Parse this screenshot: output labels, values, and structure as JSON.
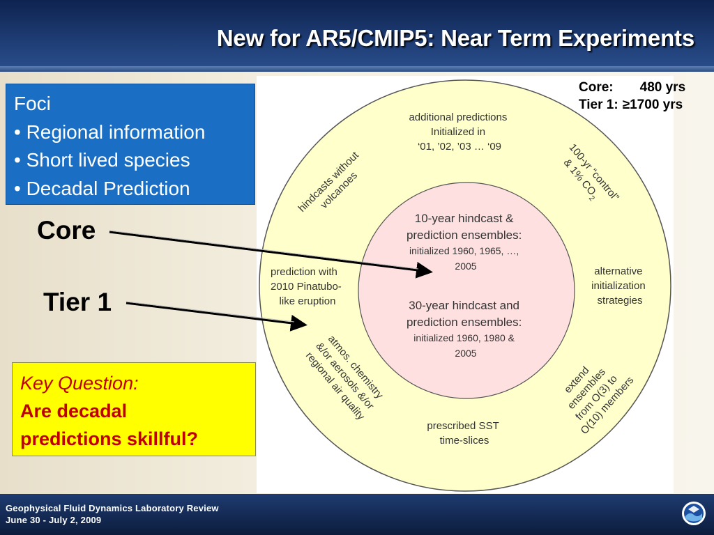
{
  "header": {
    "title": "New for AR5/CMIP5: Near Term Experiments"
  },
  "foci": {
    "heading": "Foci",
    "items": [
      "• Regional information",
      "• Short lived species",
      "• Decadal Prediction"
    ]
  },
  "labels": {
    "core": "Core",
    "tier1": "Tier 1"
  },
  "key_question": {
    "label": "Key Question:",
    "text_line1": "Are decadal",
    "text_line2": "predictions skillful?"
  },
  "years": {
    "core_label": "Core:",
    "core_value": "480 yrs",
    "tier1_label": "Tier 1:",
    "tier1_value": "≥1700 yrs"
  },
  "diagram": {
    "inner_core": [
      "10-year hindcast &",
      "prediction ensembles:",
      "initialized 1960, 1965, …,",
      "2005"
    ],
    "inner_tier1": [
      "30-year hindcast and",
      "prediction ensembles:",
      "initialized 1960, 1980 &",
      "2005"
    ],
    "additional": [
      "additional predictions",
      "Initialized in",
      "‘01, ’02, ’03  … ‘09"
    ],
    "hindcasts": [
      "hindcasts without",
      "volcanoes"
    ],
    "control": [
      "100-yr “control”",
      "& 1% CO",
      "2"
    ],
    "pinatubo": [
      "prediction with",
      "2010 Pinatubo-",
      "like eruption"
    ],
    "alternative": [
      "alternative",
      "initialization",
      "strategies"
    ],
    "atmos": [
      "atmos. chemistry",
      "&/or aerosols &/or",
      "regional air quality"
    ],
    "extend": [
      "extend",
      "ensembles",
      "from O(3) to",
      "O(10) members"
    ],
    "sst": [
      "prescribed SST",
      "time-slices"
    ],
    "colors": {
      "outer_ring": "#ffffcc",
      "inner_circle": "#ffe0e0",
      "outline": "#555555"
    }
  },
  "footer": {
    "line1": "Geophysical Fluid Dynamics Laboratory Review",
    "line2": "June 30 - July 2, 2009"
  },
  "logo": {
    "icon": "noaa-logo-icon"
  }
}
